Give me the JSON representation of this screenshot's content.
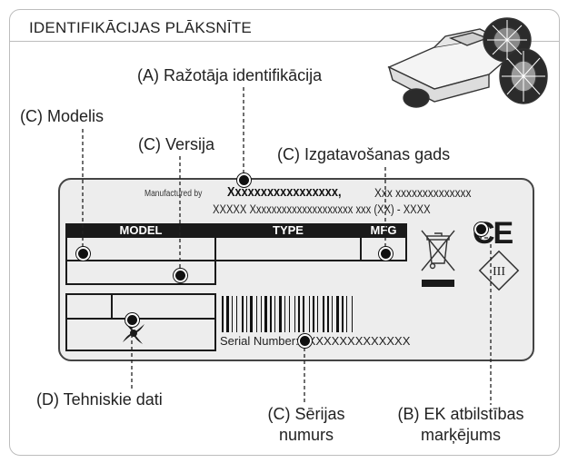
{
  "header": {
    "title": "IDENTIFIKĀCIJAS PLĀKSNĪTE"
  },
  "labels": {
    "manufacturer": "(A) Ražotāja identifikācija",
    "model": "(C) Modelis",
    "version": "(C) Versija",
    "year": "(C) Izgatavošanas gads",
    "technical": "(D) Tehniskie dati",
    "serial_line1": "(C) Sērijas",
    "serial_line2": "numurs",
    "ce_line1": "(B) EK atbilstības",
    "ce_line2": "marķējums"
  },
  "plate": {
    "manufactured_by": "Manufactured by",
    "manufacturer_name": "Xxxxxxxxxxxxxxxxx,",
    "address_line1": "Xxx xxxxxxxxxxxxxx",
    "address_line2": "XXXXX Xxxxxxxxxxxxxxxxxxxx xxx (XX) - XXXX",
    "model_header": "MODEL",
    "type_header": "TYPE",
    "mfg_header": "MFG",
    "serial_label": "Serial Number:",
    "serial_value": "XXXXXXXXXXXXXX",
    "ce_mark": "CE",
    "class_mark": "III"
  }
}
